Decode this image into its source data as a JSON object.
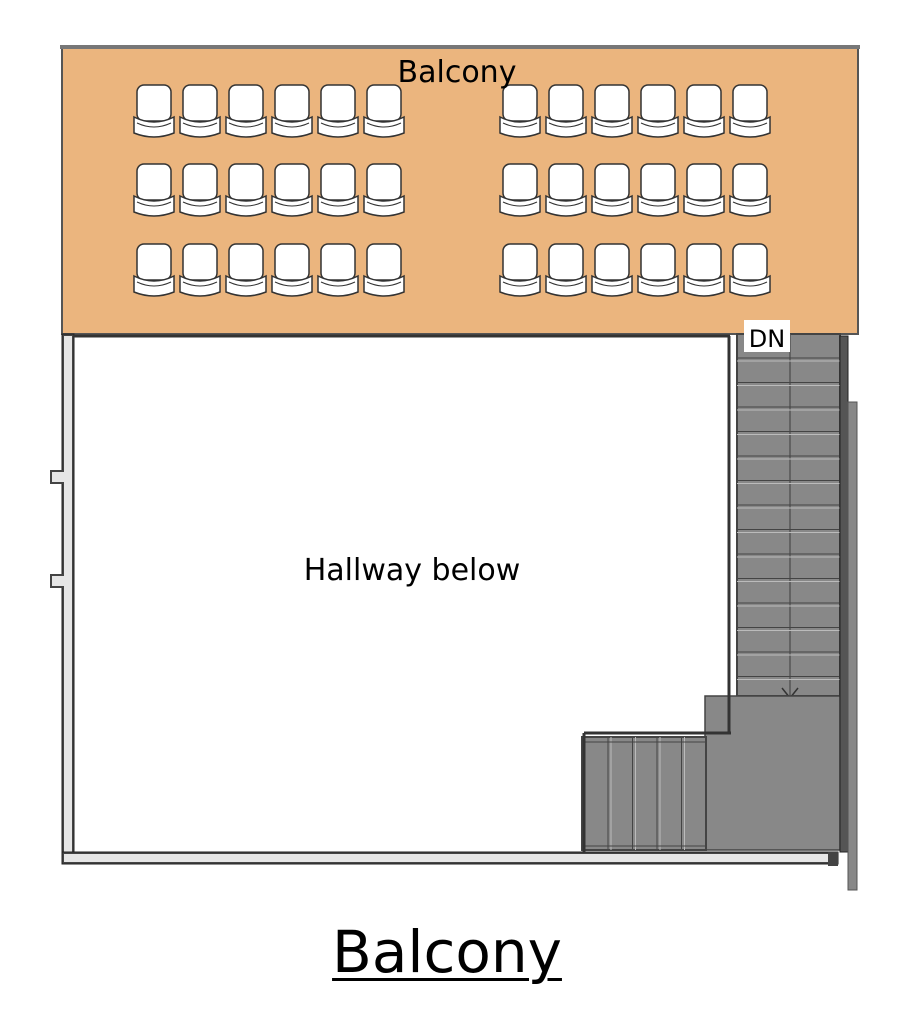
{
  "labels": {
    "balcony_area": "Balcony",
    "hallway": "Hallway below",
    "stair_direction": "DN",
    "page_title": "Balcony"
  },
  "seating": {
    "blocks": 2,
    "rows_per_block": 3,
    "seats_per_row": 6
  },
  "colors": {
    "balcony_fill": "#ebb57e",
    "stair_fill": "#888888",
    "wall": "#444444",
    "seat_fill": "#ffffff",
    "seat_stroke": "#333333"
  }
}
